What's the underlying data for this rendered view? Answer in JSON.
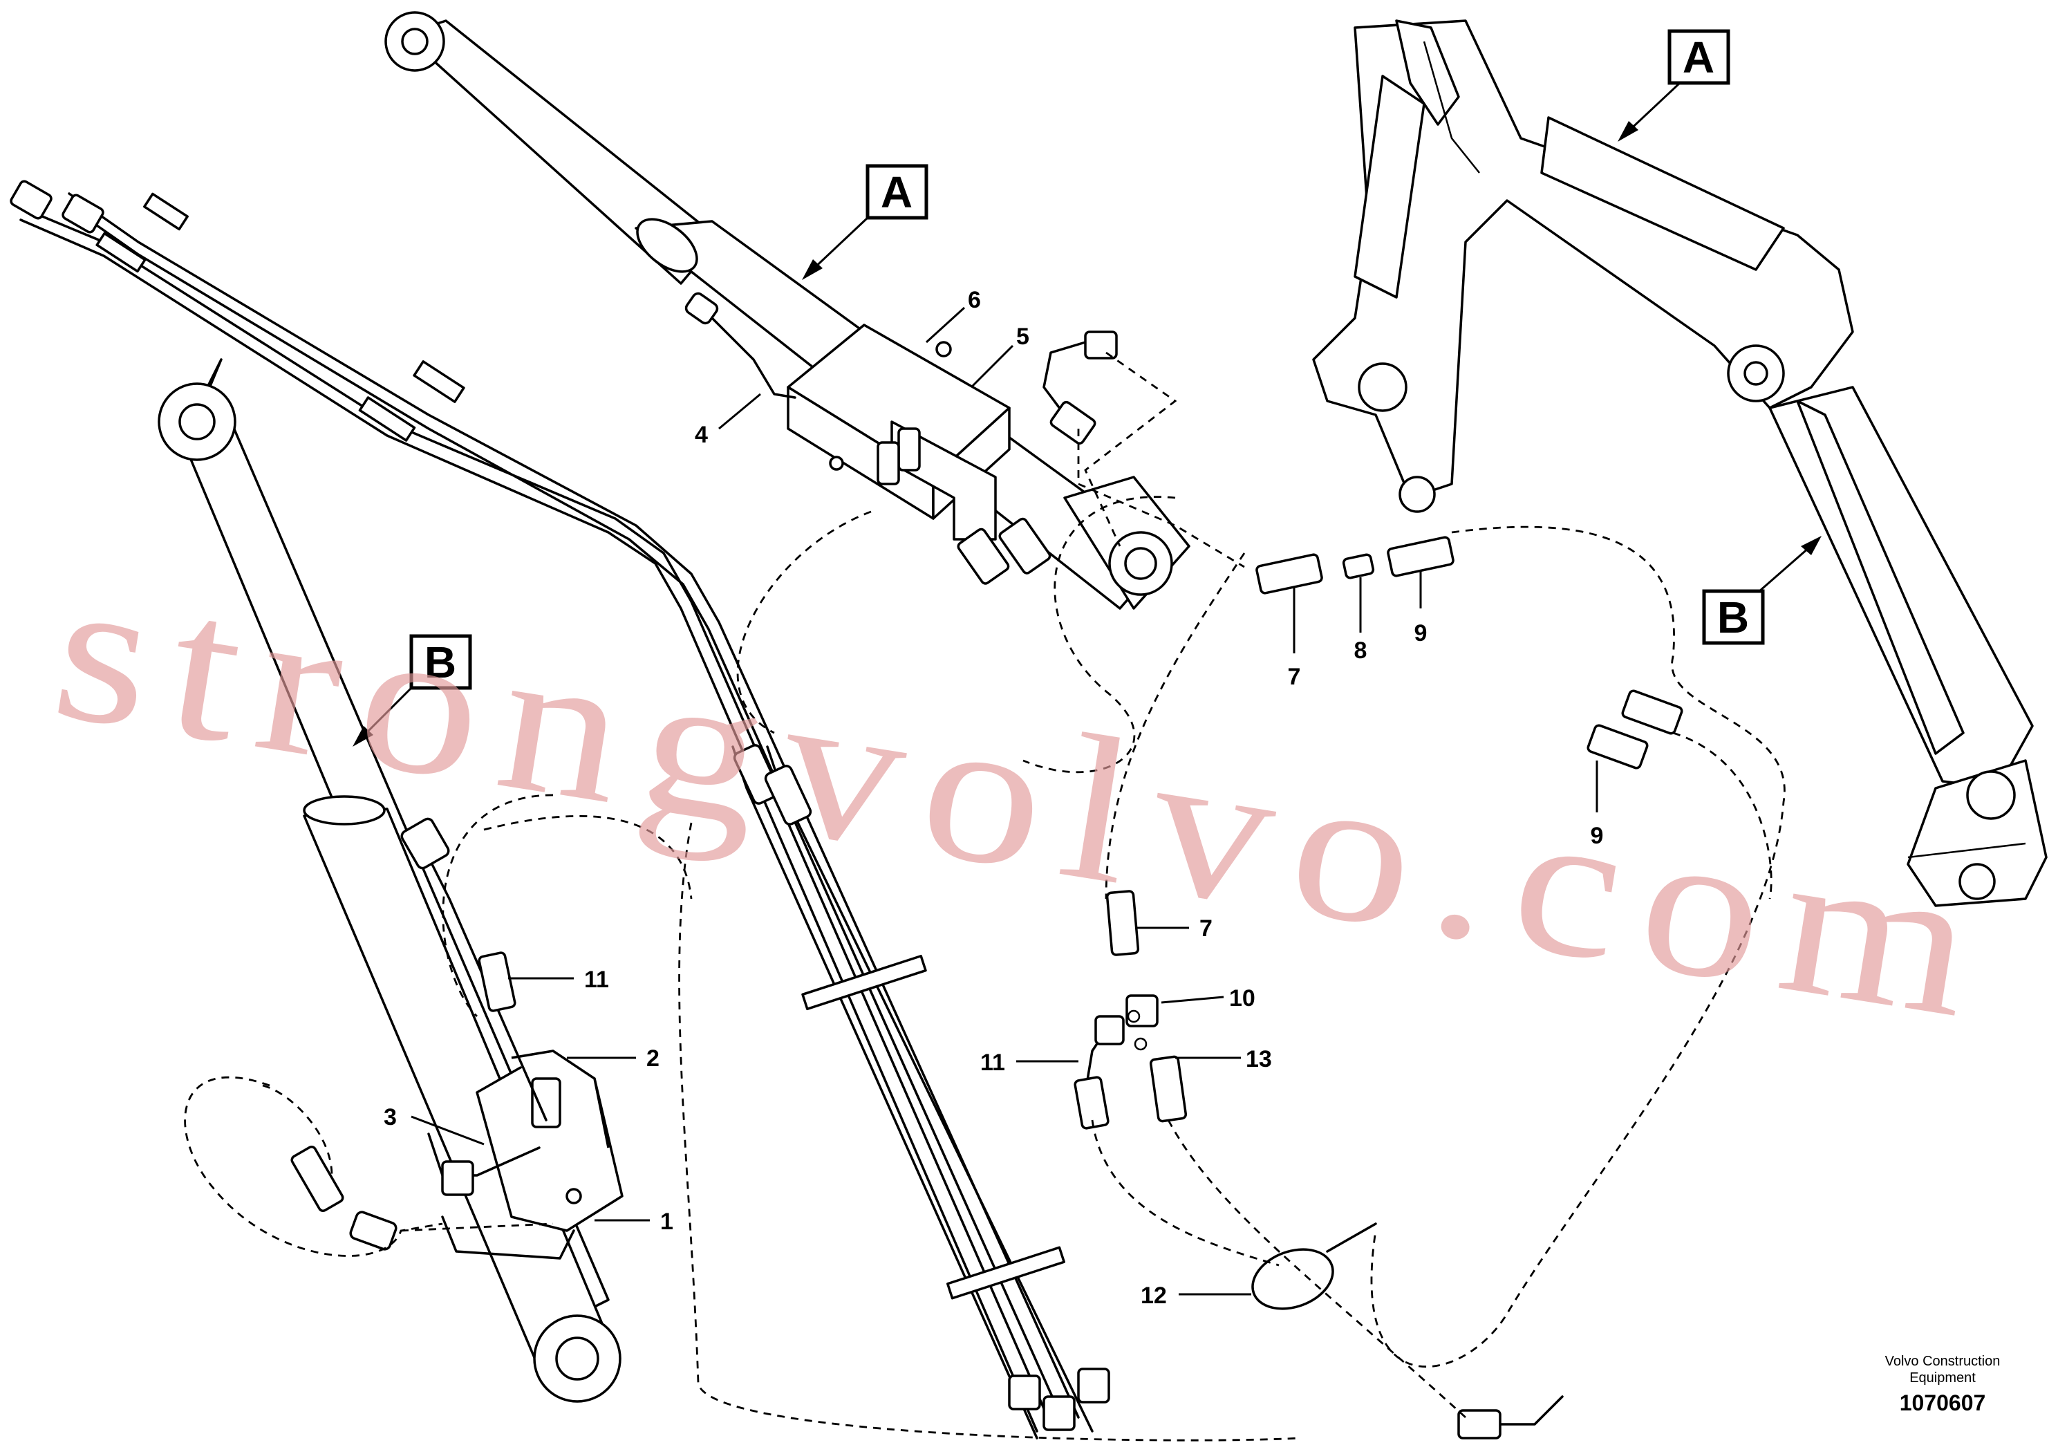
{
  "callouts": [
    "1",
    "2",
    "3",
    "4",
    "5",
    "6",
    "7",
    "8",
    "9",
    "7",
    "9",
    "10",
    "11",
    "11",
    "12",
    "13"
  ],
  "view_tags": [
    "A",
    "A",
    "B",
    "B"
  ],
  "watermark": "strongvolvo.com",
  "manufacturer_line1": "Volvo Construction",
  "manufacturer_line2": "Equipment",
  "reference_number": "1070607"
}
